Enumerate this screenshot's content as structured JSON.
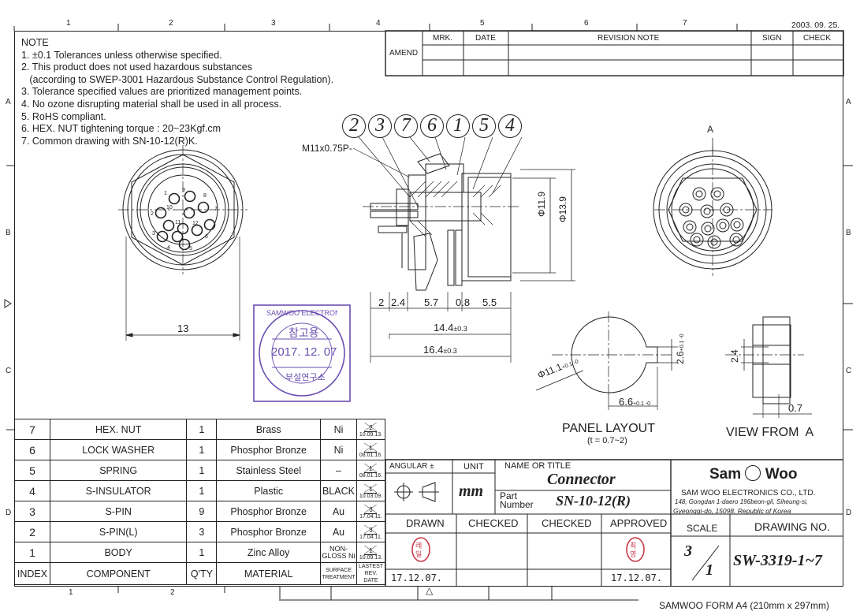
{
  "header": {
    "date": "2003. 09. 25.",
    "grid_columns": [
      "1",
      "2",
      "3",
      "4",
      "5",
      "6",
      "7"
    ],
    "grid_rows": [
      "A",
      "B",
      "C",
      "D"
    ],
    "bottom_columns": [
      "1",
      "2"
    ]
  },
  "revision": {
    "amend_label": "AMEND",
    "cols": [
      "MRK.",
      "DATE",
      "REVISION NOTE",
      "SIGN",
      "CHECK"
    ]
  },
  "notes": {
    "title": "NOTE",
    "items": [
      "1. ±0.1 Tolerances unless otherwise specified.",
      "2. This product does not used hazardous substances",
      "   (according to SWEP-3001 Hazardous Substance Control Regulation).",
      "3. Tolerance specified values are prioritized management points.",
      "4. No ozone disrupting material shall be used in all process.",
      "5. RoHS compliant.",
      "6. HEX. NUT tightening torque : 20~23Kgf.cm",
      "7. Common drawing with SN-10-12(R)K."
    ]
  },
  "balloons": [
    "2",
    "3",
    "7",
    "6",
    "1",
    "5",
    "4"
  ],
  "dimensions": {
    "thread": "M11x0.75P-",
    "d1": "Φ11.9",
    "d2": "Φ13.9",
    "row1": [
      "2",
      "2.4",
      "5.7",
      "0.8",
      "5.5"
    ],
    "len1": "14.4",
    "len2": "16.4",
    "tol": "±0.3",
    "hex": "13",
    "panel_d": "Φ11.1",
    "panel_h": "2.6",
    "panel_w": "6.6",
    "view_h": "2.4",
    "view_w": "0.7",
    "tol_small": "+0.1 -0",
    "section_label": "A"
  },
  "front_pins": [
    "1",
    "2",
    "3",
    "4",
    "5",
    "6",
    "7",
    "8",
    "9",
    "10",
    "11",
    "12"
  ],
  "stamp": {
    "ring_text": "SAMWOO ELECTRONICS CO., LTD.",
    "center_top": "참고용",
    "date": "2017. 12. 07",
    "center_bottom": "부설연구소"
  },
  "views": {
    "panel_title": "PANEL LAYOUT",
    "panel_sub": "(t = 0.7~2)",
    "view_title": "VIEW FROM  A"
  },
  "bom": {
    "rows": [
      {
        "index": "7",
        "component": "HEX. NUT",
        "qty": "1",
        "material": "Brass",
        "surface": "Ni",
        "rev": "2",
        "revdate": "10.09.13."
      },
      {
        "index": "6",
        "component": "LOCK WASHER",
        "qty": "1",
        "material": "Phosphor Bronze",
        "surface": "Ni",
        "rev": "1",
        "revdate": "08.01.16."
      },
      {
        "index": "5",
        "component": "SPRING",
        "qty": "1",
        "material": "Stainless Steel",
        "surface": "–",
        "rev": "1",
        "revdate": "08.01.16."
      },
      {
        "index": "4",
        "component": "S-INSULATOR",
        "qty": "1",
        "material": "Plastic",
        "surface": "BLACK",
        "rev": "1",
        "revdate": "10.03.09."
      },
      {
        "index": "3",
        "component": "S-PIN",
        "qty": "9",
        "material": "Phosphor Bronze",
        "surface": "Au",
        "rev": "3",
        "revdate": "17.04.11."
      },
      {
        "index": "2",
        "component": "S-PIN(L)",
        "qty": "3",
        "material": "Phosphor Bronze",
        "surface": "Au",
        "rev": "3",
        "revdate": "17.04.11."
      },
      {
        "index": "1",
        "component": "BODY",
        "qty": "1",
        "material": "Zinc Alloy",
        "surface": "NON- GLOSS Ni",
        "rev": "1",
        "revdate": "10.09.13."
      }
    ],
    "header": {
      "index": "INDEX",
      "component": "COMPONENT",
      "qty": "Q'TY",
      "material": "MATERIAL",
      "surface": "SURFACE TREATMENT",
      "rev": "LASTEST REV. DATE"
    }
  },
  "title_block": {
    "angular": "ANGULAR ±",
    "unit_label": "UNIT",
    "unit": "mm",
    "name_label": "NAME OR TITLE",
    "name": "Connector",
    "part_label": "Part Number",
    "part": "SN-10-12(R)",
    "drawn": "DRAWN",
    "checked1": "CHECKED",
    "checked2": "CHECKED",
    "approved": "APPROVED",
    "drawn_date": "17.12.07.",
    "approved_date": "17.12.07.",
    "brand_left": "Sam",
    "brand_right": "Woo",
    "company": "SAM WOO ELECTRONICS CO., LTD.",
    "address1": "148, Gongdan 1-daero 196beon-gil, Siheung-si,",
    "address2": "Gyeonggi-do, 15098, Republic of Korea",
    "scale_label": "SCALE",
    "scale_num": "3",
    "scale_den": "1",
    "drawing_no_label": "DRAWING NO.",
    "drawing_no": "SW-3319-1~7"
  },
  "footer": "SAMWOO FORM A4 (210mm x 297mm)",
  "colors": {
    "stamp": "#6a4fb0",
    "seal": "#c83a4a",
    "line": "#222222"
  }
}
